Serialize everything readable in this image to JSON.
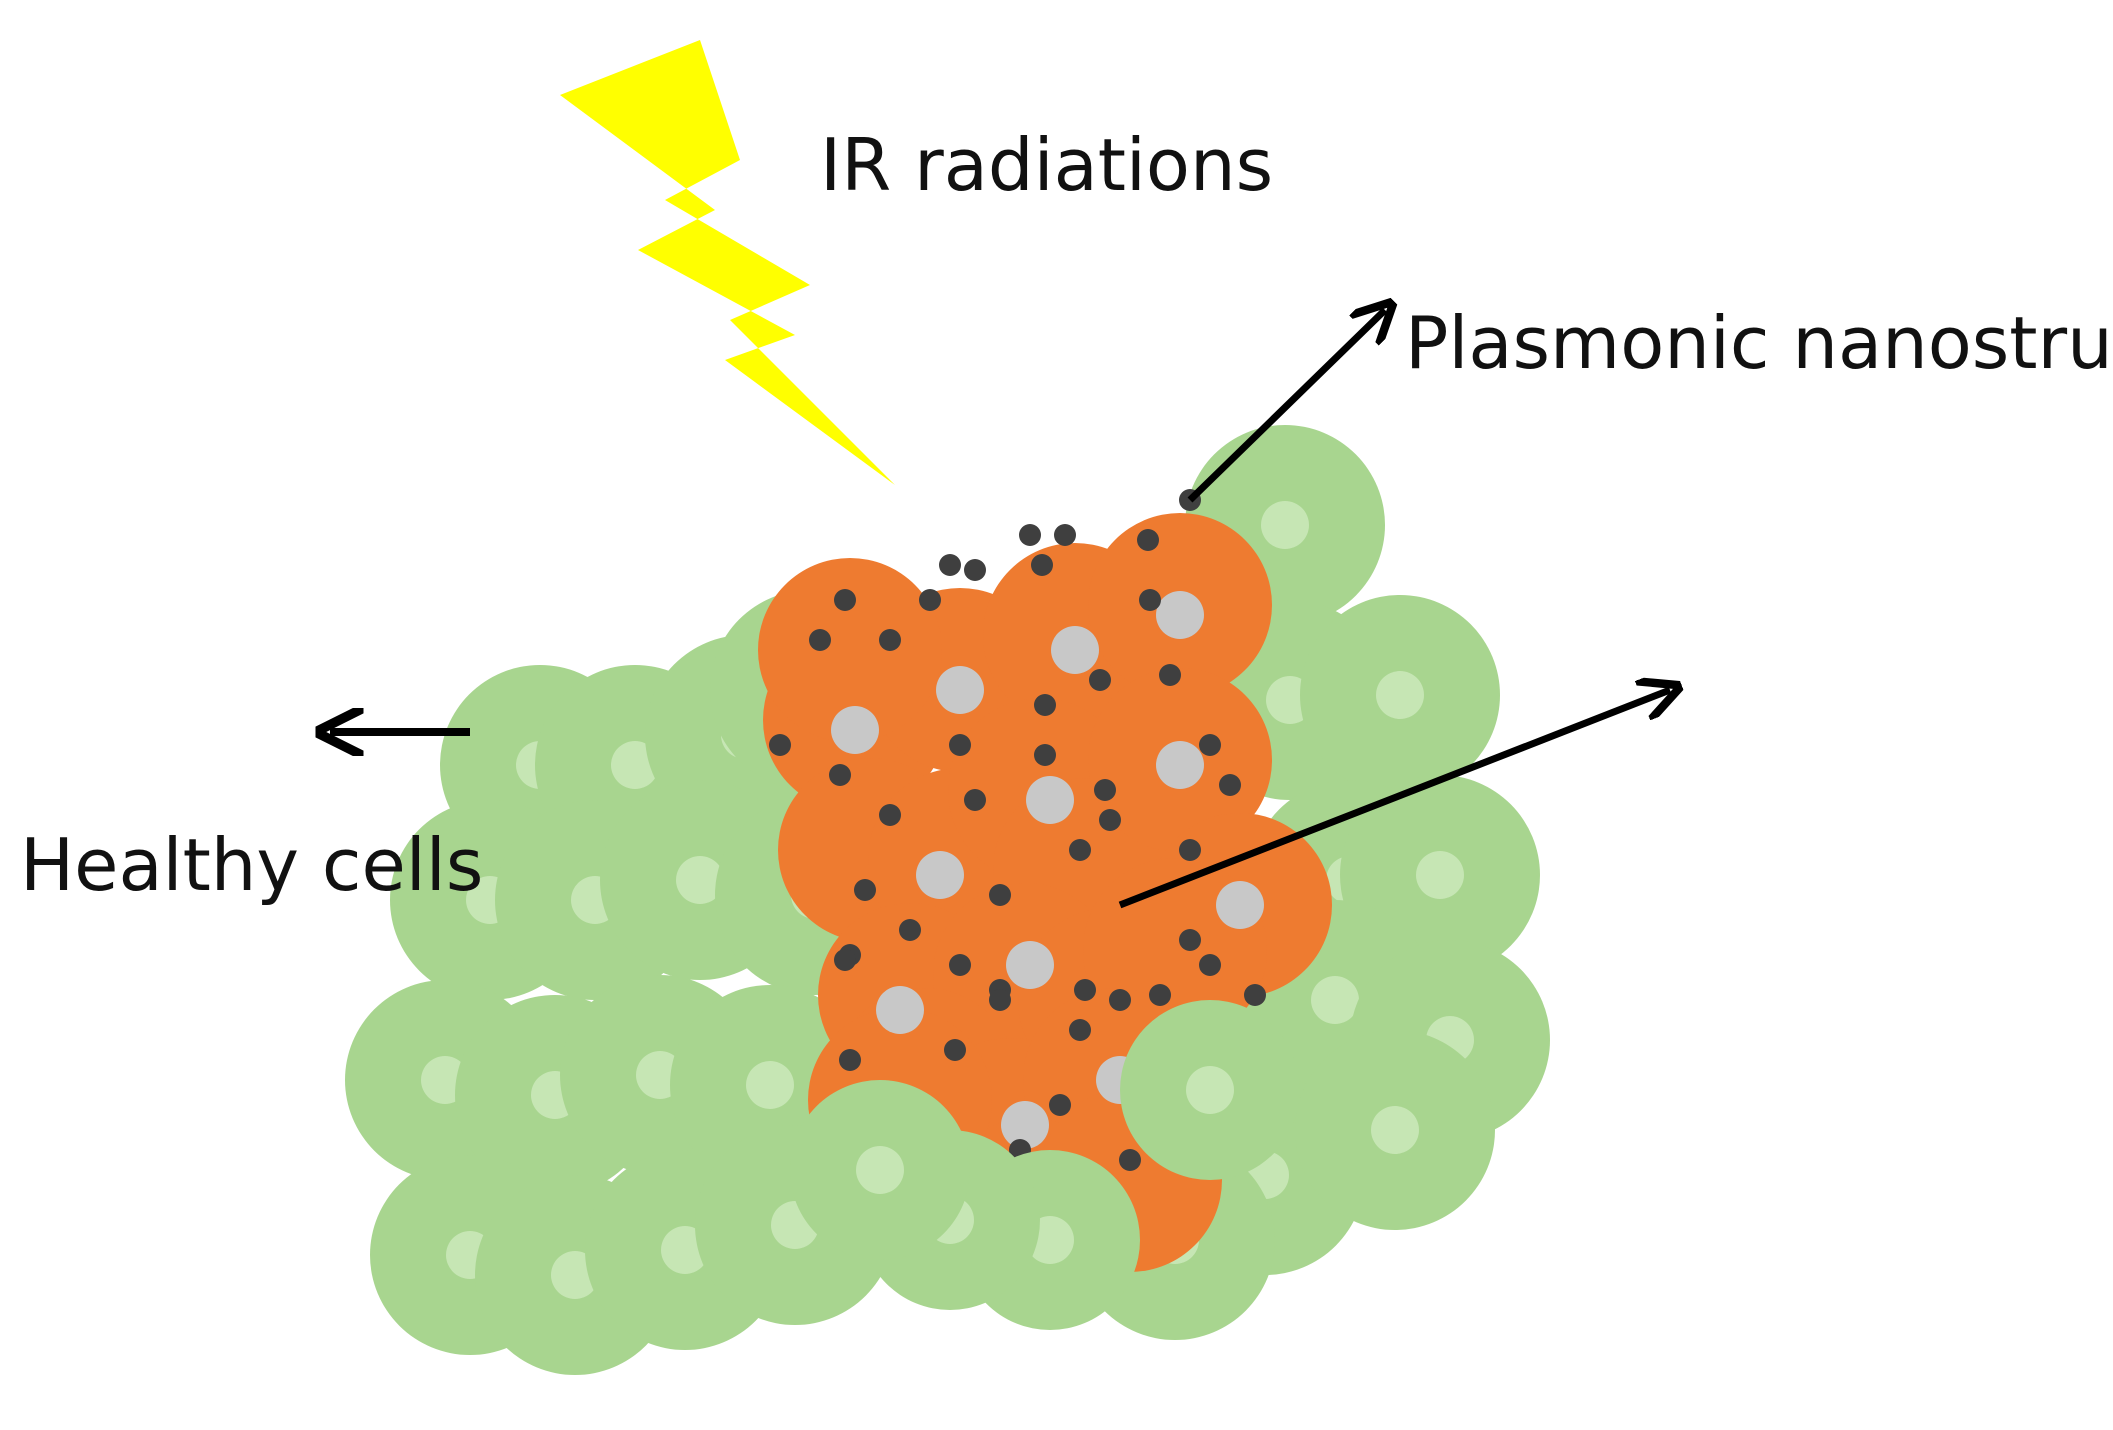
{
  "labels": {
    "ir": "IR radiations",
    "plasmonic": "Plasmonic nanostructure",
    "healthy": "Healthy cells"
  },
  "colors": {
    "background": "#ffffff",
    "healthy_cell": "#a8d58f",
    "healthy_nucleus": "#c6e6b4",
    "tumor_cell": "#ee7b30",
    "tumor_nucleus": "#c8c8c8",
    "nanoparticle": "#3f3f3f",
    "lightning": "#ffff00",
    "arrow": "#000000"
  },
  "icons": {
    "radiation": "lightning-bolt-icon"
  }
}
